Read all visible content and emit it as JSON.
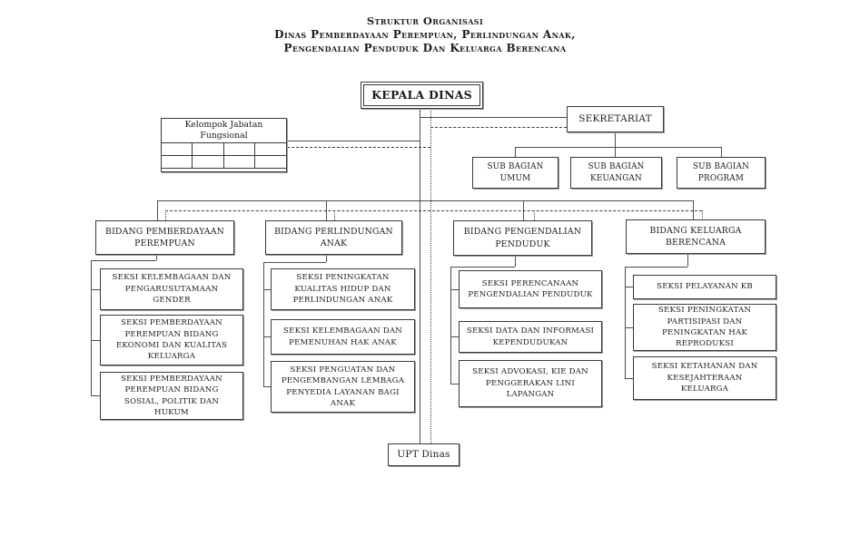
{
  "title": {
    "line1": "Struktur Organisasi",
    "line2": "Dinas Pemberdayaan Perempuan, Perlindungan Anak,",
    "line3": "Pengendalian Penduduk Dan Keluarga Berencana"
  },
  "nodes": {
    "kepala_dinas": "KEPALA DINAS",
    "kelompok_jabatan": "Kelompok Jabatan\nFungsional",
    "sekretariat": "SEKRETARIAT",
    "sub_bagian_umum": "SUB BAGIAN\nUMUM",
    "sub_bagian_keuangan": "SUB BAGIAN\nKEUANGAN",
    "sub_bagian_program": "SUB BAGIAN\nPROGRAM",
    "upt_dinas": "UPT Dinas"
  },
  "bidang": [
    {
      "label": "BIDANG PEMBERDAYAAN\nPEREMPUAN",
      "seksi": [
        "SEKSI KELEMBAGAAN DAN\nPENGARUSUTAMAAN\nGENDER",
        "SEKSI PEMBERDAYAAN\nPEREMPUAN BIDANG\nEKONOMI DAN KUALITAS\nKELUARGA",
        "SEKSI PEMBERDAYAAN\nPEREMPUAN BIDANG\nSOSIAL, POLITIK DAN\nHUKUM"
      ]
    },
    {
      "label": "BIDANG PERLINDUNGAN\nANAK",
      "seksi": [
        "SEKSI PENINGKATAN\nKUALITAS HIDUP DAN\nPERLINDUNGAN ANAK",
        "SEKSI KELEMBAGAAN DAN\nPEMENUHAN HAK ANAK",
        "SEKSI PENGUATAN DAN\nPENGEMBANGAN LEMBAGA\nPENYEDIA LAYANAN BAGI\nANAK"
      ]
    },
    {
      "label": "BIDANG PENGENDALIAN\nPENDUDUK",
      "seksi": [
        "SEKSI PERENCANAAN\nPENGENDALIAN PENDUDUK",
        "SEKSI DATA DAN INFORMASI\nKEPENDUDUKAN",
        "SEKSI ADVOKASI, KIE DAN\nPENGGERAKAN LINI\nLAPANGAN"
      ]
    },
    {
      "label": "BIDANG KELUARGA\nBERENCANA",
      "seksi": [
        "SEKSI PELAYANAN KB",
        "SEKSI PENINGKATAN\nPARTISIPASI DAN\nPENINGKATAN HAK\nREPRODUKSI",
        "SEKSI KETAHANAN DAN\nKESEJAHTERAAN\nKELUARGA"
      ]
    }
  ],
  "colors": {
    "background": "#ffffff",
    "border": "#3a3a3a",
    "line": "#4d4d4d",
    "text": "#1c1c1c"
  }
}
